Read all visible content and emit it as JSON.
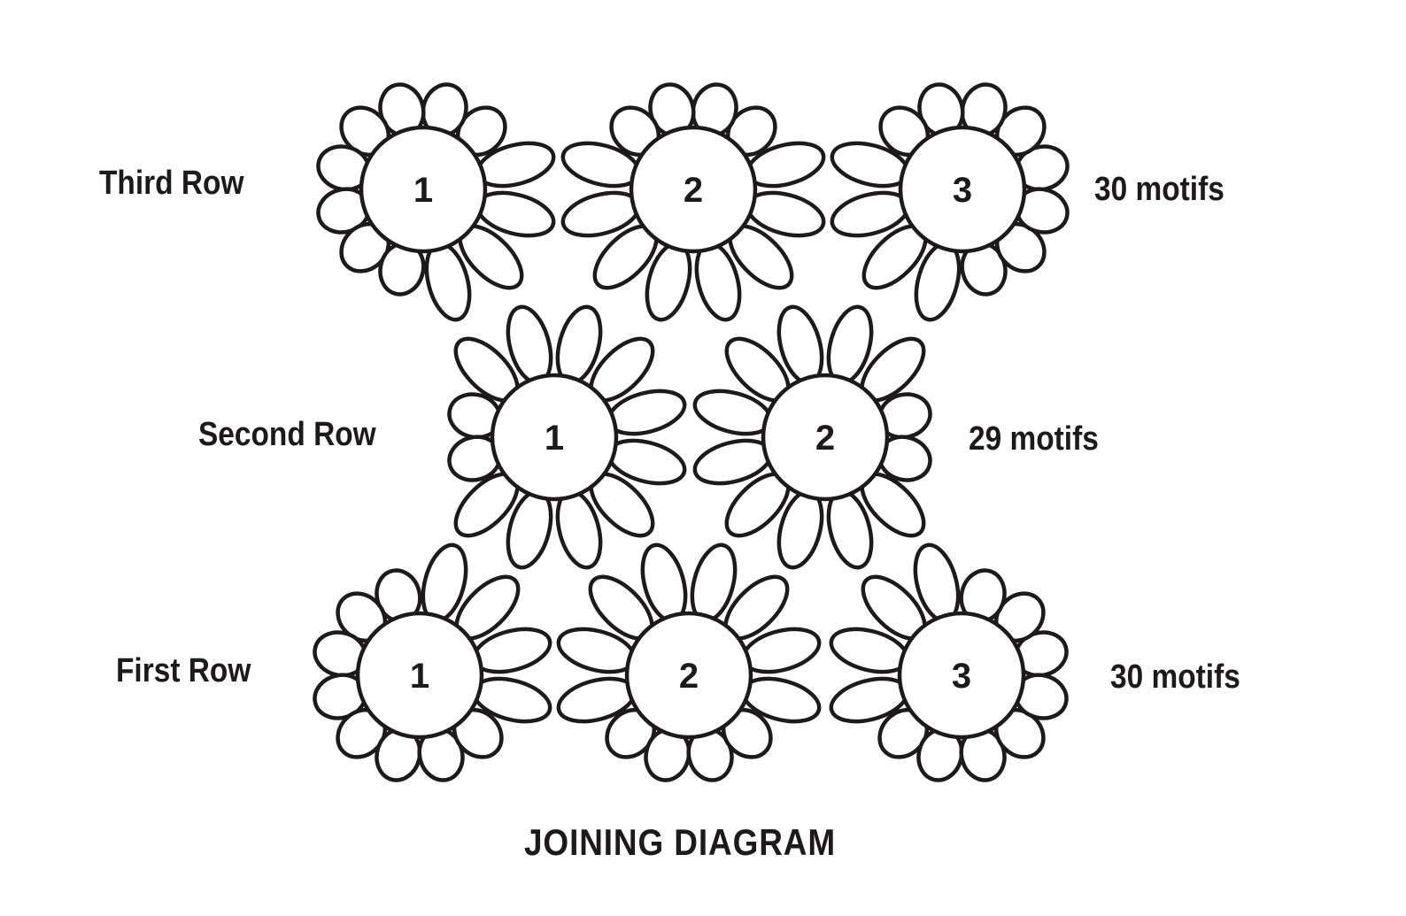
{
  "diagram": {
    "title": "JOINING DIAGRAM",
    "colors": {
      "line": "#1e1a1a",
      "background": "#ffffff"
    },
    "rows": [
      {
        "id": "third",
        "label": "Third Row",
        "count_label": "30 motifs",
        "motifs": [
          "1",
          "2",
          "3"
        ]
      },
      {
        "id": "second",
        "label": "Second Row",
        "count_label": "29 motifs",
        "motifs": [
          "1",
          "2"
        ]
      },
      {
        "id": "first",
        "label": "First Row",
        "count_label": "30 motifs",
        "motifs": [
          "1",
          "2",
          "3"
        ]
      }
    ],
    "motif": {
      "petals_per_motif": 12
    }
  }
}
